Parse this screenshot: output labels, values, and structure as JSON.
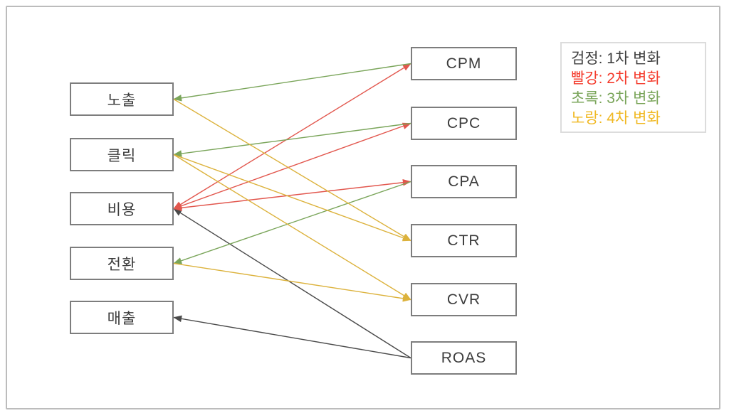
{
  "legend": {
    "items": [
      {
        "id": "first",
        "label": "검정: 1차 변화",
        "color": "#3f3f3f"
      },
      {
        "id": "second",
        "label": "빨강: 2차 변화",
        "color": "#f43b2c"
      },
      {
        "id": "third",
        "label": "초록: 3차 변화",
        "color": "#7aa55a"
      },
      {
        "id": "fourth",
        "label": "노랑: 4차 변화",
        "color": "#f0b822"
      }
    ]
  },
  "diagram": {
    "left_nodes": [
      {
        "id": "impressions",
        "label": "노출"
      },
      {
        "id": "clicks",
        "label": "클릭"
      },
      {
        "id": "cost",
        "label": "비용"
      },
      {
        "id": "conversions",
        "label": "전환"
      },
      {
        "id": "revenue",
        "label": "매출"
      }
    ],
    "right_nodes": [
      {
        "id": "cpm",
        "label": "CPM"
      },
      {
        "id": "cpc",
        "label": "CPC"
      },
      {
        "id": "cpa",
        "label": "CPA"
      },
      {
        "id": "ctr",
        "label": "CTR"
      },
      {
        "id": "cvr",
        "label": "CVR"
      },
      {
        "id": "roas",
        "label": "ROAS"
      }
    ],
    "edge_colors": {
      "black": "#4a4a4a",
      "red": "#e2574e",
      "green": "#7aa55a",
      "yellow": "#dcb23c"
    },
    "edges": [
      {
        "from": "roas",
        "to": "cost",
        "color": "black",
        "bidirectional": false
      },
      {
        "from": "roas",
        "to": "revenue",
        "color": "black",
        "bidirectional": false
      },
      {
        "from": "cost",
        "to": "cpm",
        "color": "red",
        "bidirectional": true
      },
      {
        "from": "cost",
        "to": "cpc",
        "color": "red",
        "bidirectional": true
      },
      {
        "from": "cost",
        "to": "cpa",
        "color": "red",
        "bidirectional": true
      },
      {
        "from": "cpm",
        "to": "impressions",
        "color": "green",
        "bidirectional": false
      },
      {
        "from": "cpc",
        "to": "clicks",
        "color": "green",
        "bidirectional": false
      },
      {
        "from": "cpa",
        "to": "conversions",
        "color": "green",
        "bidirectional": false
      },
      {
        "from": "impressions",
        "to": "ctr",
        "color": "yellow",
        "bidirectional": false
      },
      {
        "from": "clicks",
        "to": "ctr",
        "color": "yellow",
        "bidirectional": false
      },
      {
        "from": "clicks",
        "to": "cvr",
        "color": "yellow",
        "bidirectional": false
      },
      {
        "from": "conversions",
        "to": "cvr",
        "color": "yellow",
        "bidirectional": false
      }
    ]
  }
}
